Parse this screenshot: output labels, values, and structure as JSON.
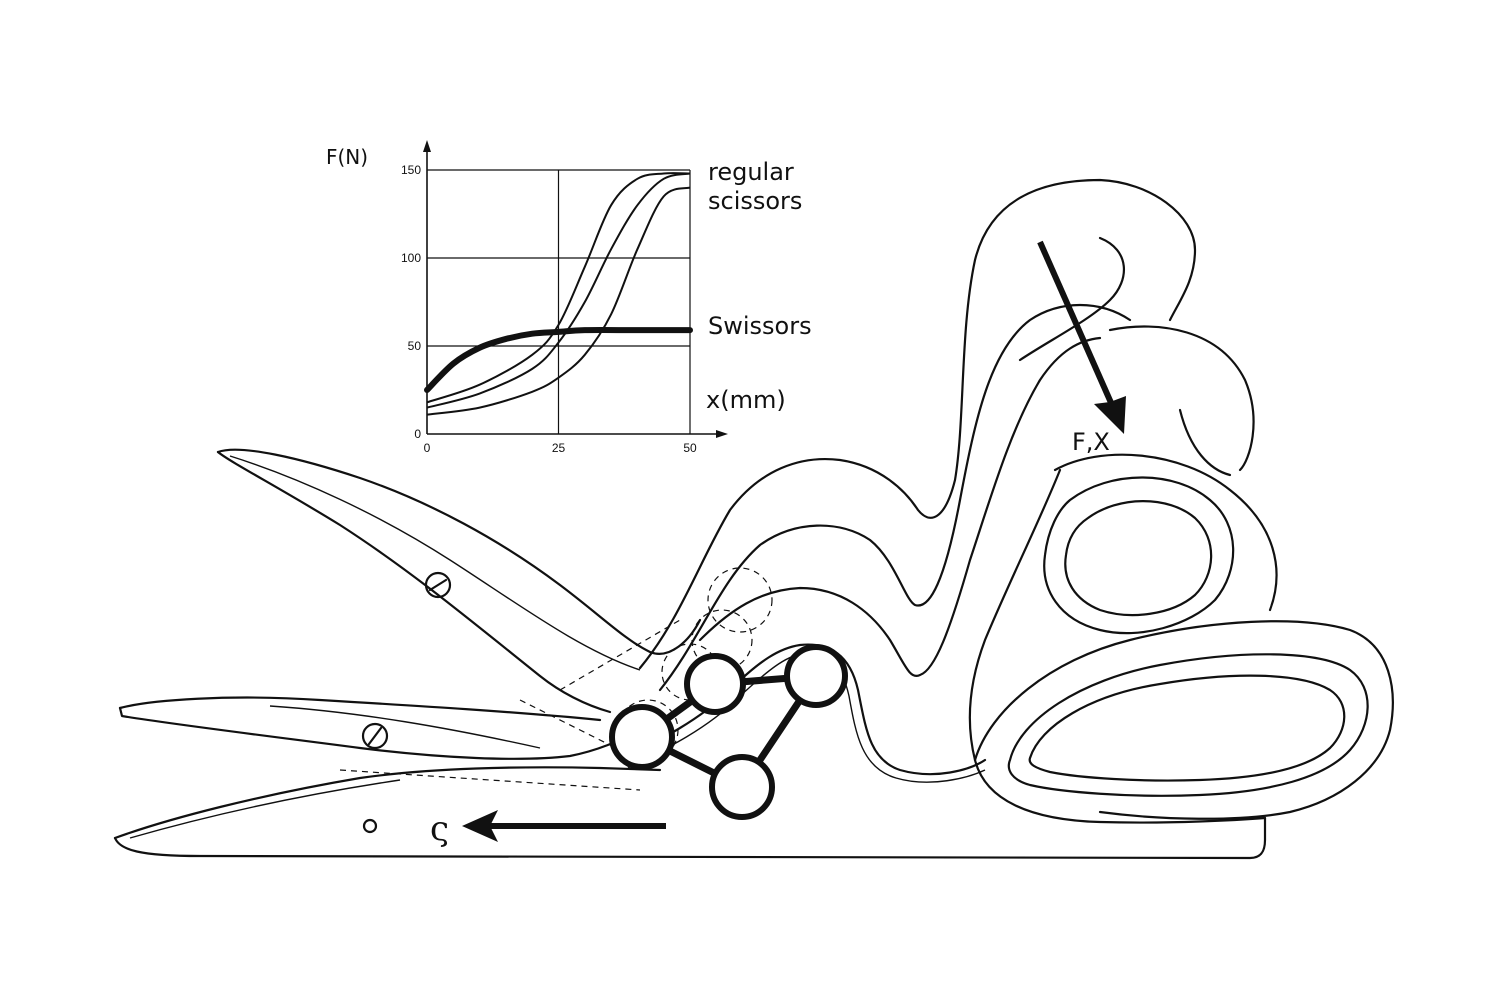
{
  "chart_data": {
    "type": "line",
    "xlabel": "x(mm)",
    "ylabel": "F(N)",
    "xlim": [
      0,
      50
    ],
    "ylim": [
      0,
      150
    ],
    "x_ticks": [
      "0",
      "25",
      "50"
    ],
    "y_ticks": [
      "0",
      "50",
      "100",
      "150"
    ],
    "grid": true,
    "series": [
      {
        "name": "regular scissors",
        "x": [
          0,
          10,
          20,
          25,
          30,
          35,
          40,
          45,
          50
        ],
        "y": [
          18,
          28,
          45,
          62,
          95,
          130,
          145,
          148,
          148
        ]
      },
      {
        "name": "regular scissors",
        "x": [
          0,
          10,
          20,
          25,
          30,
          35,
          40,
          45,
          50
        ],
        "y": [
          15,
          23,
          37,
          52,
          75,
          105,
          130,
          145,
          148
        ]
      },
      {
        "name": "regular scissors",
        "x": [
          0,
          10,
          20,
          25,
          30,
          35,
          40,
          45,
          50
        ],
        "y": [
          11,
          15,
          24,
          32,
          45,
          68,
          105,
          135,
          140
        ]
      },
      {
        "name": "Swissors",
        "x": [
          0,
          5,
          10,
          15,
          20,
          25,
          30,
          40,
          50
        ],
        "y": [
          25,
          40,
          49,
          54,
          57,
          58,
          59,
          59,
          59
        ]
      }
    ],
    "annotations": {
      "regular_line1": "regular",
      "regular_line2": "scissors",
      "swissors": "Swissors"
    }
  },
  "diagram": {
    "force_label": "F,X",
    "slide_label": "ς"
  }
}
